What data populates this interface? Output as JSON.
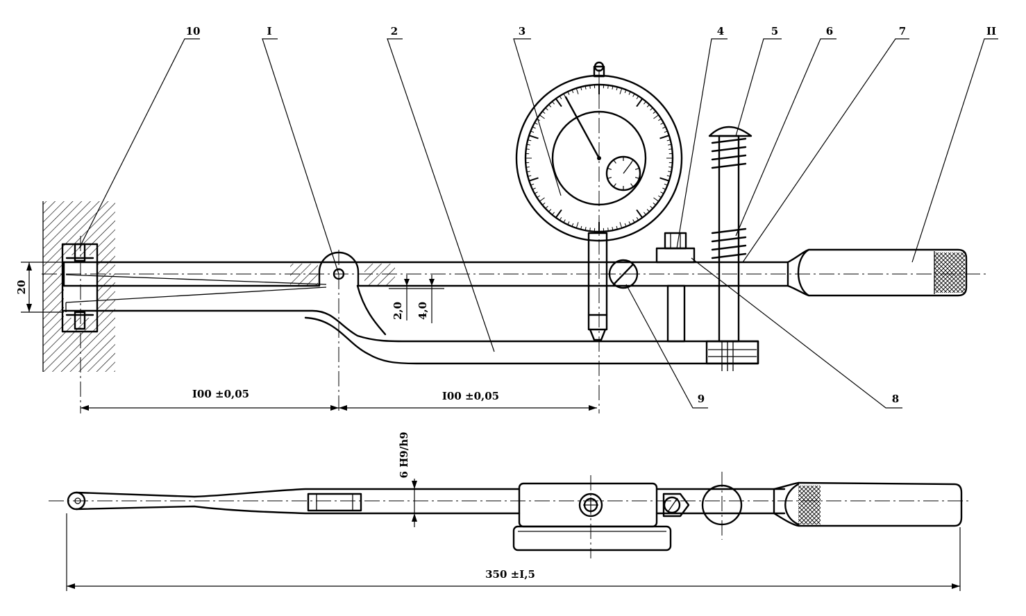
{
  "callouts": {
    "c10": "10",
    "cI": "I",
    "c2": "2",
    "c3": "3",
    "c4": "4",
    "c5": "5",
    "c6": "6",
    "c7": "7",
    "cII": "II",
    "c9": "9",
    "c8": "8"
  },
  "dimensions": {
    "d20": "20",
    "d2_0": "2,0",
    "d4_0": "4,0",
    "d100a": "I00 ±0,05",
    "d100b": "I00 ±0,05",
    "dFit": "6 H9/h9",
    "d350": "350 ±I,5"
  }
}
